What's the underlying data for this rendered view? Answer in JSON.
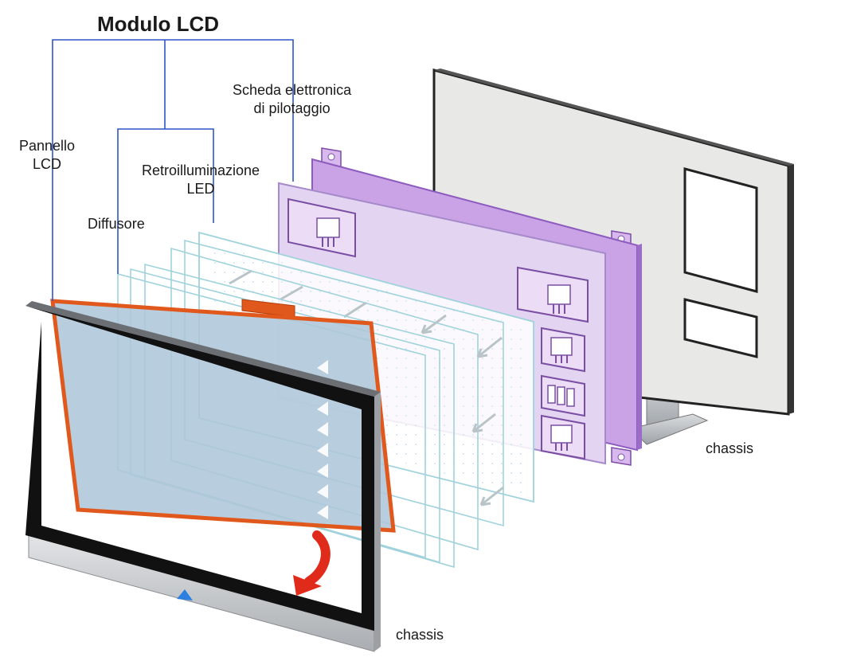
{
  "title": "Modulo LCD",
  "labels": {
    "pannello": "Pannello\nLCD",
    "diffusore": "Diffusore",
    "retroilluminazione": "Retroilluminazione\nLED",
    "scheda": "Scheda elettronica\ndi pilotaggio",
    "chassis_front": "chassis",
    "chassis_back": "chassis"
  },
  "colors": {
    "leader_lines": "#2f55c8",
    "lcd_panel_border": "#e0581c",
    "lcd_panel_fill": "#aec6d8",
    "driver_board": "#c9a3e6",
    "arrow": "#e02a1a",
    "bezel": "#111111"
  },
  "icons": {
    "rotate_arrow": "curved-arrow-down-icon",
    "connector": "connector-chip-icon",
    "indicator": "triangle-up-icon"
  }
}
